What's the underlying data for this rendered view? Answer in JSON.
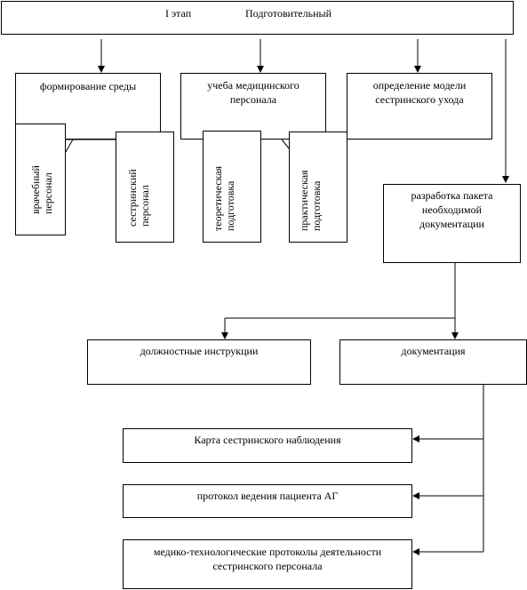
{
  "stage": {
    "number": "I этап",
    "name": "Подготовительный"
  },
  "level1": {
    "environment": "формирование среды",
    "training": [
      "учеба медицинского",
      "персонала"
    ],
    "model": [
      "определение модели",
      "сестринского ухода"
    ]
  },
  "sub": {
    "doctors": [
      "врачебный",
      "персонал"
    ],
    "nurses": [
      "сестринский",
      "персонал"
    ],
    "theory": [
      "теоретическая",
      "подготовка"
    ],
    "practice": [
      "практическая",
      "подготовка"
    ]
  },
  "package": [
    "разработка пакета",
    "необходимой",
    "документации"
  ],
  "level3": {
    "instructions": "должностные инструкции",
    "documentation": "документация"
  },
  "docs": {
    "card": "Карта сестринского наблюдения",
    "protocol": "протокол ведения пациента АГ",
    "medtech": [
      "медико-технологические протоколы деятельности",
      "сестринского персонала"
    ]
  }
}
